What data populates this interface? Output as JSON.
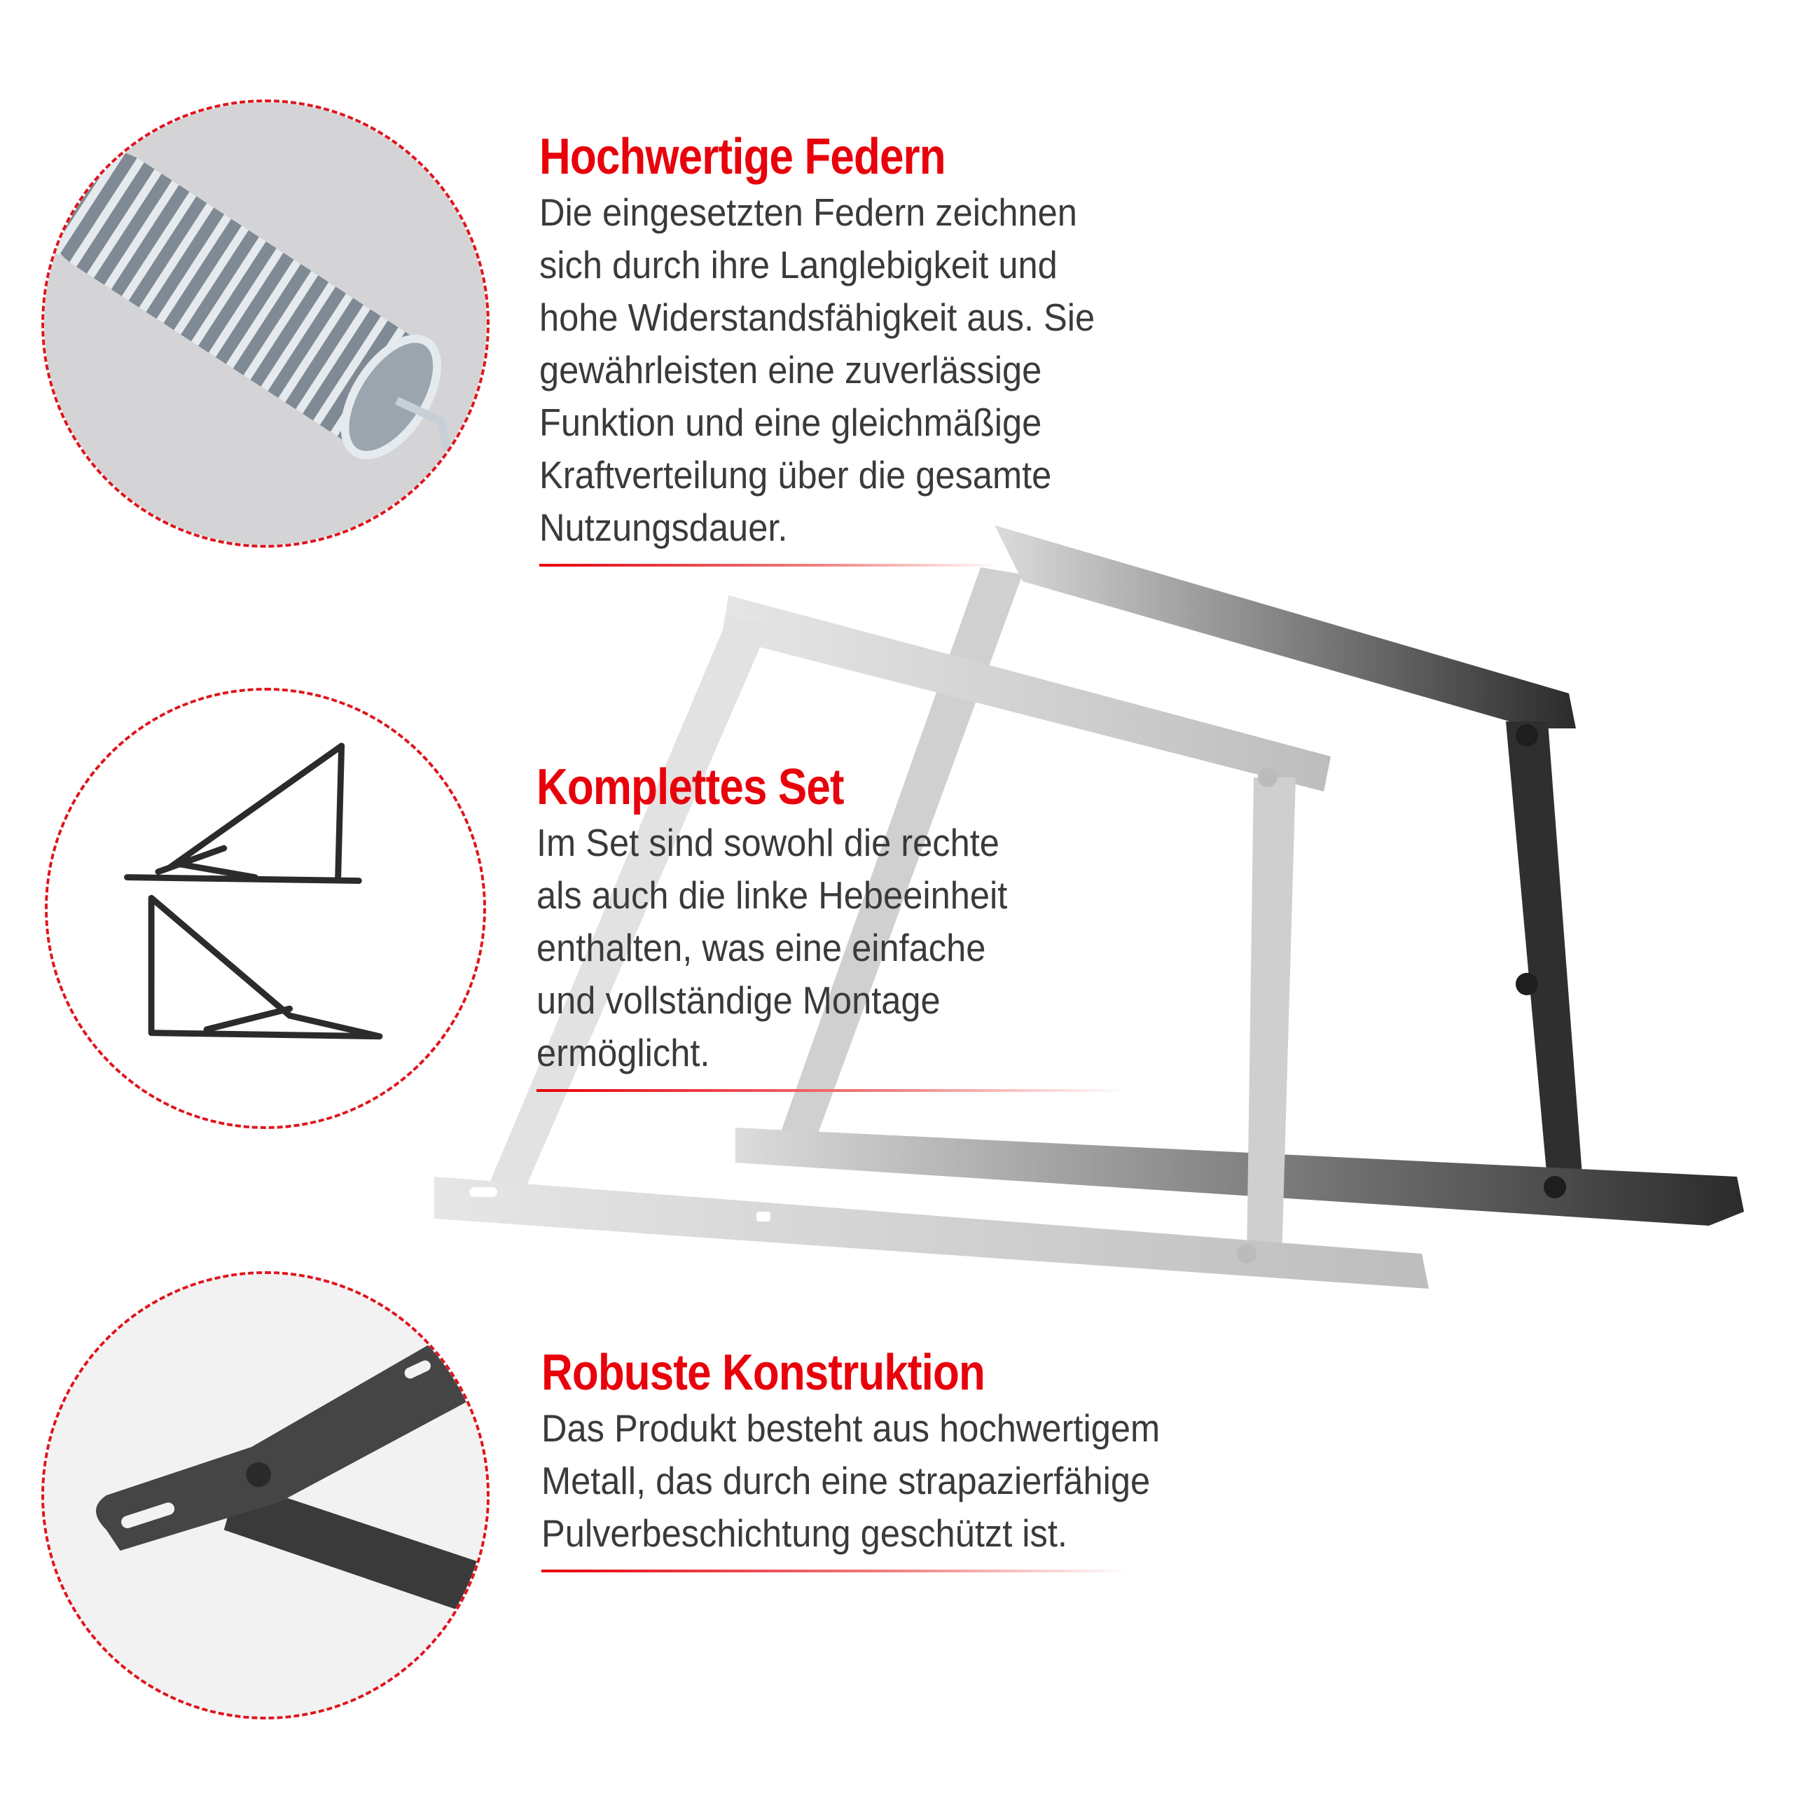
{
  "features": [
    {
      "title": "Hochwertige Federn",
      "lines": [
        "Die eingesetzten Federn zeichnen",
        "sich durch ihre Langlebigkeit und",
        "hohe Widerstandsfähigkeit aus. Sie",
        "gewährleisten eine zuverlässige",
        "Funktion und eine gleichmäßige",
        "Kraftverteilung über die gesamte",
        "Nutzungsdauer."
      ],
      "image_icon": "spring-image"
    },
    {
      "title": "Komplettes Set",
      "lines": [
        "Im Set sind sowohl die rechte",
        "als auch die linke Hebeeinheit",
        "enthalten, was eine einfache",
        "und vollständige Montage",
        "ermöglicht."
      ],
      "image_icon": "bracket-pair-image"
    },
    {
      "title": "Robuste Konstruktion",
      "lines": [
        "Das Produkt besteht aus hochwertigem",
        "Metall, das durch eine strapazierfähige",
        "Pulverbeschichtung geschützt ist."
      ],
      "image_icon": "coated-metal-image"
    }
  ],
  "colors": {
    "accent": "#e8000b",
    "text": "#3a3a3a",
    "metal_dark": "#2b2b2b",
    "metal_light": "#d6d6d6"
  }
}
